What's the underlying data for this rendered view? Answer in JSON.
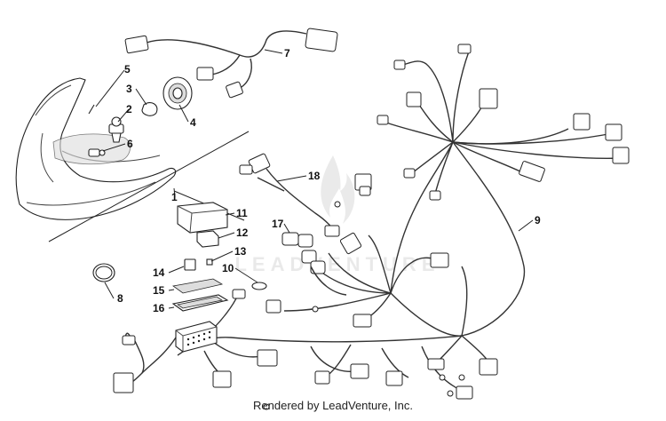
{
  "callouts": [
    {
      "number": "1"
    },
    {
      "number": "2"
    },
    {
      "number": "3"
    },
    {
      "number": "4"
    },
    {
      "number": "5"
    },
    {
      "number": "6"
    },
    {
      "number": "7"
    },
    {
      "number": "8"
    },
    {
      "number": "9"
    },
    {
      "number": "10"
    },
    {
      "number": "11"
    },
    {
      "number": "12"
    },
    {
      "number": "13"
    },
    {
      "number": "14"
    },
    {
      "number": "15"
    },
    {
      "number": "16"
    },
    {
      "number": "17"
    },
    {
      "number": "18"
    }
  ],
  "watermark": {
    "text": "LEADVENTURE"
  },
  "footer": {
    "text": "Rendered by LeadVenture, Inc."
  }
}
